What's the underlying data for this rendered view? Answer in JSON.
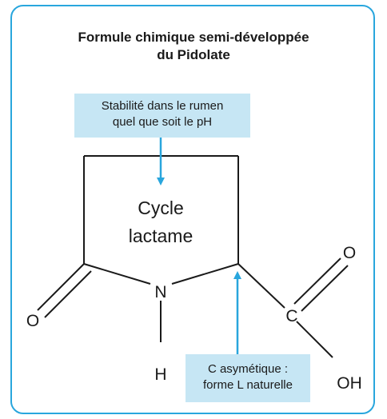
{
  "title": {
    "line1": "Formule chimique semi-développée",
    "line2": "du Pidolate"
  },
  "annotations": {
    "stability": {
      "line1": "Stabilité dans le rumen",
      "line2": "quel que soit le pH"
    },
    "asymmetric": {
      "line1": "C asymétique :",
      "line2": "forme L naturelle"
    }
  },
  "ring_label": {
    "line1": "Cycle",
    "line2": "lactame"
  },
  "atoms": {
    "nitrogen": "N",
    "hydrogen": "H",
    "oxygen_left": "O",
    "carbon": "C",
    "oxygen_right": "O",
    "hydroxyl": "OH"
  },
  "colors": {
    "frame": "#29a6dd",
    "annotation_fill": "#c6e6f4",
    "arrow": "#29a6dd",
    "bond": "#1a1a1a"
  }
}
